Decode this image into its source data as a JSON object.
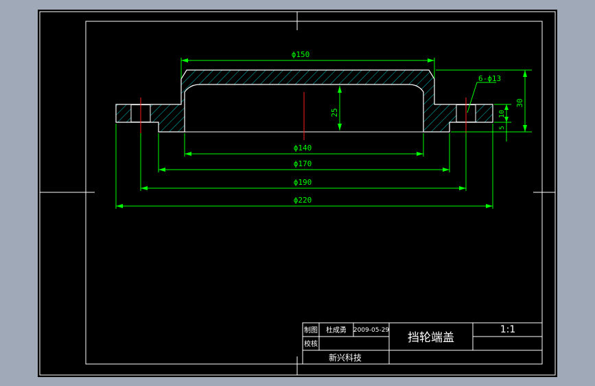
{
  "colors": {
    "background": "#000000",
    "frame": "#ffffff",
    "dimension": "#00ff00",
    "centerline": "#ff0000",
    "hatch": "#00c8c8",
    "workspace": "#a0a9b8"
  },
  "dimensions": {
    "d150": "ϕ150",
    "d140": "ϕ140",
    "d170": "ϕ170",
    "d190": "ϕ190",
    "d220": "ϕ220",
    "holes": "6-ϕ13",
    "h25": "25",
    "h30": "30",
    "h10": "10",
    "h5": "5"
  },
  "title_block": {
    "drawn_label": "制图",
    "drawn_name": "杜成勇",
    "date": "2009-05-29",
    "checked_label": "校核",
    "part_name": "挡轮端盖",
    "scale": "1:1",
    "company": "新兴科技"
  }
}
